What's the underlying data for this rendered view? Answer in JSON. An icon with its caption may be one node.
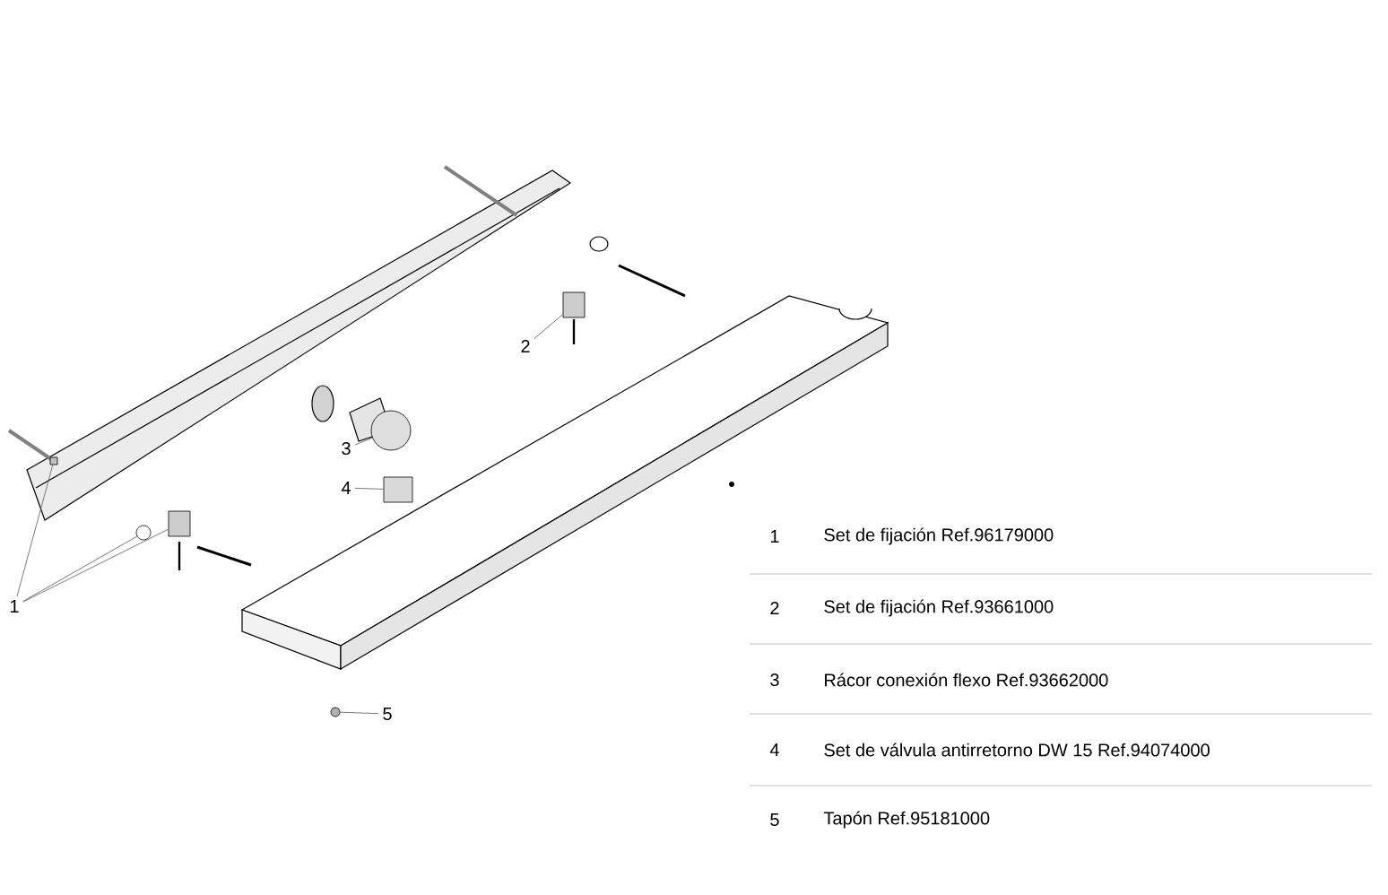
{
  "diagram": {
    "nodes": [
      {
        "text": [
          "1"
        ]
      },
      {
        "text": [],
        "shape": "box"
      },
      {
        "text": [],
        "shape": "circle"
      },
      {
        "text": [],
        "shape": "box"
      },
      {
        "text": [
          "2"
        ]
      },
      {
        "text": [],
        "shape": "box"
      },
      {
        "text": [
          "3"
        ]
      },
      {
        "text": [],
        "shape": "circle"
      },
      {
        "text": [
          "4"
        ]
      },
      {
        "text": [],
        "shape": "box"
      },
      {
        "text": [
          "5"
        ]
      },
      {
        "text": [],
        "shape": "circle"
      }
    ],
    "edges": [
      {
        "from": 0,
        "to": 1,
        "arrow": "none"
      },
      {
        "from": 0,
        "to": 2,
        "arrow": "none"
      },
      {
        "from": 0,
        "to": 3,
        "arrow": "none"
      },
      {
        "from": 4,
        "to": 5,
        "arrow": "none"
      },
      {
        "from": 6,
        "to": 7,
        "arrow": "none"
      },
      {
        "from": 8,
        "to": 9,
        "arrow": "none"
      },
      {
        "from": 10,
        "to": 11,
        "arrow": "none"
      }
    ],
    "labels": [
      "1",
      "Set de fijación Ref.96179000",
      "2",
      "Set de fijación Ref.93661000",
      "3",
      "Rácor conexión flexo Ref.93662000",
      "4",
      "Set de válvula antirretorno DW 15 Ref.94074000",
      "5",
      "Tapón Ref.95181000"
    ]
  }
}
